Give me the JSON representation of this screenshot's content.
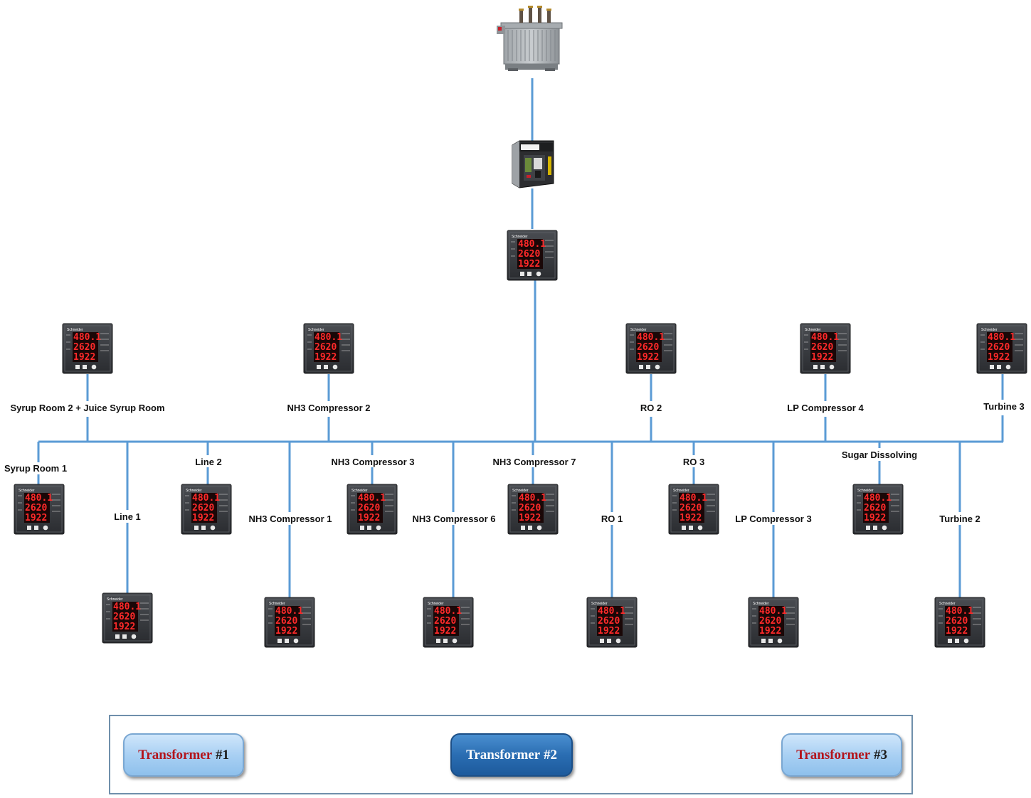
{
  "feeders": [
    {
      "label": "Syrup Room 2 + Juice Syrup Room"
    },
    {
      "label": "NH3 Compressor 2"
    },
    {
      "label": "RO 2"
    },
    {
      "label": "LP Compressor 4"
    },
    {
      "label": "Turbine 3"
    },
    {
      "label": "Syrup Room 1"
    },
    {
      "label": "Line 1"
    },
    {
      "label": "Line 2"
    },
    {
      "label": "NH3 Compressor 1"
    },
    {
      "label": "NH3 Compressor 3"
    },
    {
      "label": "NH3 Compressor 6"
    },
    {
      "label": "NH3 Compressor 7"
    },
    {
      "label": "RO 1"
    },
    {
      "label": "RO 3"
    },
    {
      "label": "LP Compressor 3"
    },
    {
      "label": "Sugar Dissolving"
    },
    {
      "label": "Turbine 2"
    }
  ],
  "meter_readings": [
    "480.1",
    "2620",
    "1922"
  ],
  "transformer_buttons": [
    {
      "word": "Transformer",
      "num": "#1",
      "active": false
    },
    {
      "word": "Transformer",
      "num": "#2",
      "active": true
    },
    {
      "word": "Transformer",
      "num": "#3",
      "active": false
    }
  ],
  "colors": {
    "wire": "#5b9bd5",
    "digits": "#ff2a2a",
    "button_label": "#b3141c"
  },
  "icons": {
    "transformer": "power-transformer-icon",
    "breaker": "air-circuit-breaker-icon",
    "meter": "power-meter-icon"
  }
}
